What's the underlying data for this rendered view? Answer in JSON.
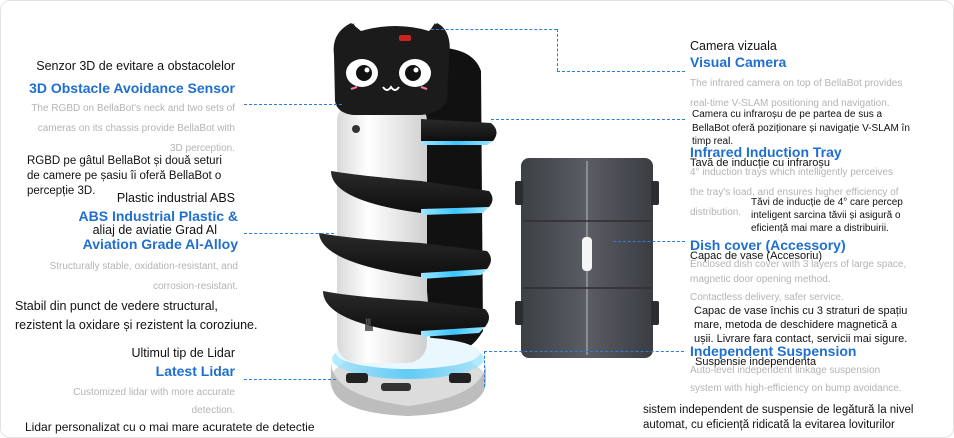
{
  "left": {
    "sensor": {
      "ro_title": "Senzor 3D de evitare a obstacolelor",
      "en_title": "3D Obstacle Avoidance Sensor",
      "desc": [
        "The RGBD on BellaBot's neck and two sets of",
        "cameras on its chassis provide BellaBot with",
        "3D perception."
      ],
      "ro_desc": [
        "RGBD pe gâtul BellaBot și două seturi",
        "de camere pe șasiu îi oferă BellaBot o",
        "percepție 3D."
      ]
    },
    "plastic": {
      "ro_title_1": "Plastic industrial ABS",
      "en_title_1": "ABS Industrial Plastic &",
      "ro_title_2": "aliaj de aviatie Grad Al",
      "en_title_2": "Aviation Grade Al-Alloy",
      "desc": [
        "Structurally stable, oxidation-resistant, and",
        "corrosion-resistant."
      ],
      "ro_desc": [
        "Stabil din punct de vedere structural,",
        "rezistent la oxidare și rezistent la coroziune."
      ]
    },
    "lidar": {
      "ro_title": "Ultimul tip de Lidar",
      "en_title": "Latest Lidar",
      "desc": [
        "Customized lidar with more accurate",
        "detection."
      ],
      "ro_desc": "Lidar personalizat cu o mai mare acuratete de detectie"
    }
  },
  "right": {
    "camera": {
      "ro_title": "Camera vizuala",
      "en_title": "Visual Camera",
      "desc": [
        "The infrared camera on top of BellaBot provides",
        "real-time V-SLAM positioning and navigation."
      ],
      "ro_desc": [
        "Camera cu infraroșu de pe partea de sus a",
        "BellaBot oferă poziționare și navigație V-SLAM în",
        "timp real."
      ]
    },
    "tray": {
      "en_title": "Infrared Induction Tray",
      "ro_title": "Tavă de inducție cu infraroșu",
      "desc": [
        "4° induction trays which intelligently perceives",
        "the tray's load, and ensures higher efficiency of",
        "distribution."
      ],
      "ro_desc": [
        "Tăvi de inducție de 4° care percep",
        "inteligent sarcina tăvii și asigură o",
        "eficiență mai mare a distribuirii."
      ]
    },
    "cover": {
      "en_title": "Dish cover (Accessory)",
      "ro_title": "Capac de vase (Accesoriu)",
      "desc": [
        "Enclosed dish cover with 3 layers of large space,",
        "magnetic door opening method.",
        "Contactless delivery, safer service."
      ],
      "ro_desc": [
        "Capac de vase închis cu 3 straturi de spațiu",
        "mare, metoda de deschidere magnetică a",
        "ușii. Livrare fara contact, servicii mai sigure."
      ]
    },
    "suspension": {
      "en_title": "Independent Suspension",
      "ro_title": "Suspensie independenta",
      "desc": [
        "Auto-level independent linkage suspension",
        "system with high-efficiency on bump avoidance."
      ],
      "ro_desc": [
        "sistem independent de suspensie de legătură la nivel",
        "automat, cu eficiență ridicată la evitarea loviturilor"
      ]
    }
  },
  "robot": {
    "tray_number": "Ⅲ"
  },
  "colors": {
    "accent_blue": "#1e6fd0",
    "desc_gray": "#b4b4b4",
    "tray_glow": "#39c6ff",
    "robot_body": "#f1f1f1",
    "robot_dark": "#1b1b1b"
  }
}
